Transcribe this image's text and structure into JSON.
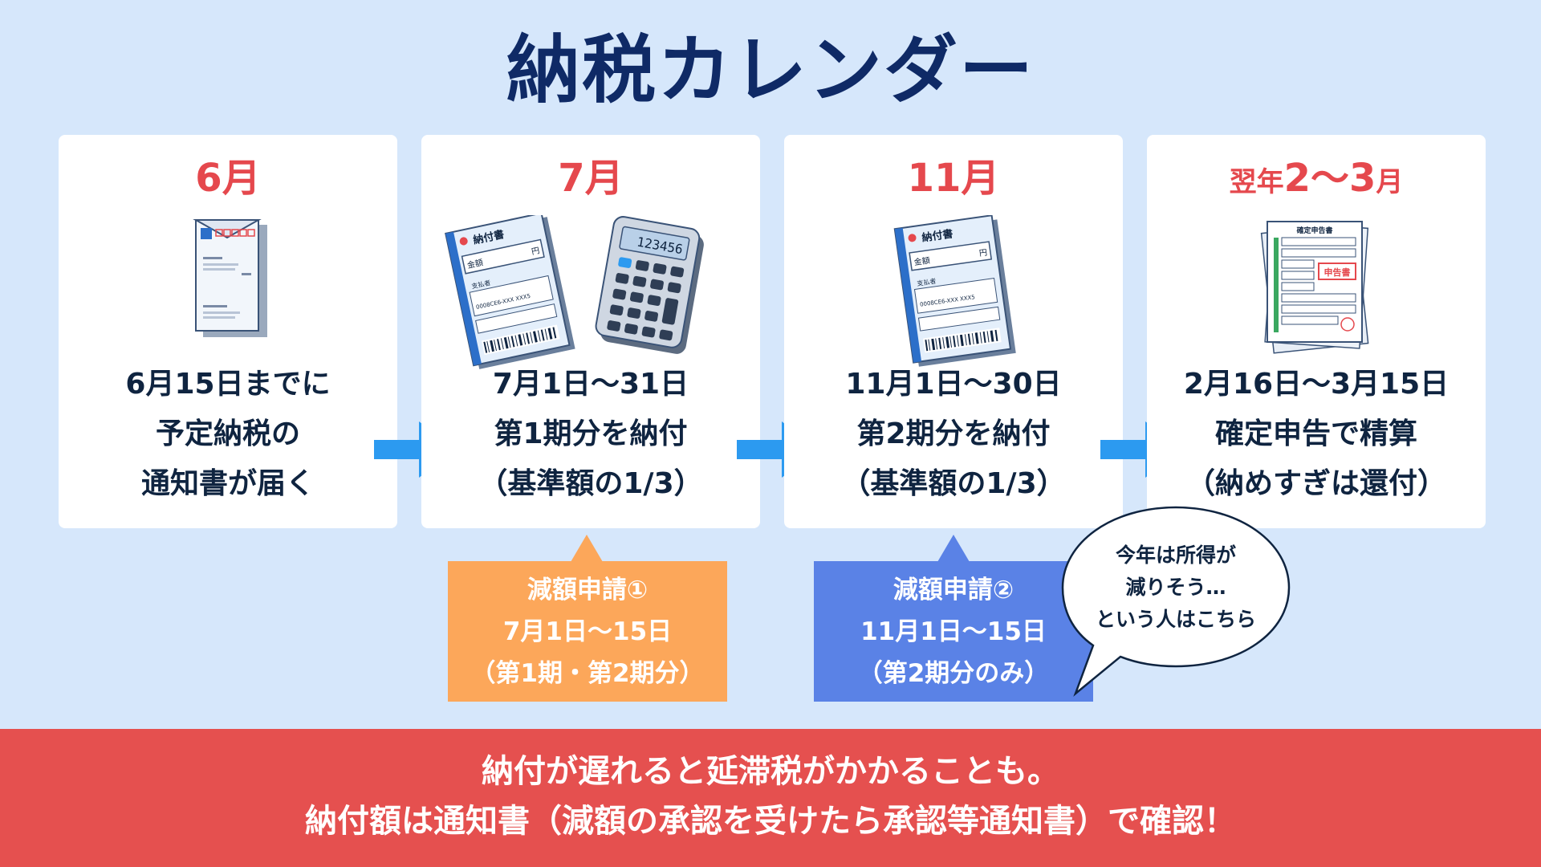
{
  "title": "納税カレンダー",
  "colors": {
    "background": "#d6e7fb",
    "title": "#0f2a66",
    "month": "#e5484d",
    "arrow": "#2c9af0",
    "orange": "#fca75a",
    "blue": "#5a82e6",
    "footer": "#e5504f"
  },
  "steps": [
    {
      "month": "6月",
      "icon": "envelope-icon",
      "lines": [
        "6月15日までに",
        "予定納税の",
        "通知書が届く"
      ]
    },
    {
      "month": "7月",
      "icon": "payment-slip-and-calculator-icon",
      "slip_title": "納付書",
      "slip_amount": "金額",
      "slip_yen": "円",
      "slip_payee": "支払者",
      "slip_code": "0008CE6-XXX XXX5",
      "calculator_display": "123456",
      "lines": [
        "7月1日〜31日",
        "第1期分を納付",
        "（基準額の1/3）"
      ]
    },
    {
      "month": "11月",
      "icon": "payment-slip-icon",
      "slip_title": "納付書",
      "slip_amount": "金額",
      "slip_yen": "円",
      "slip_payee": "支払者",
      "slip_code": "0008CE6-XXX XXX5",
      "lines": [
        "11月1日〜30日",
        "第2期分を納付",
        "（基準額の1/3）"
      ]
    },
    {
      "month_prefix": "翌年",
      "month_main": "2〜3",
      "month_suffix": "月",
      "icon": "tax-return-form-icon",
      "form_title": "確定申告書",
      "form_stamp": "申告書",
      "lines": [
        "2月16日〜3月15日",
        "確定申告で精算",
        "（納めすぎは還付）"
      ]
    }
  ],
  "reductions": [
    {
      "lines": [
        "減額申請①",
        "7月1日〜15日",
        "（第1期・第2期分）"
      ]
    },
    {
      "lines": [
        "減額申請②",
        "11月1日〜15日",
        "（第2期分のみ）"
      ]
    }
  ],
  "bubble": {
    "lines": [
      "今年は所得が",
      "減りそう…",
      "という人はこちら"
    ]
  },
  "footer": {
    "lines": [
      "納付が遅れると延滞税がかかることも。",
      "納付額は通知書（減額の承認を受けたら承認等通知書）で確認！"
    ]
  }
}
